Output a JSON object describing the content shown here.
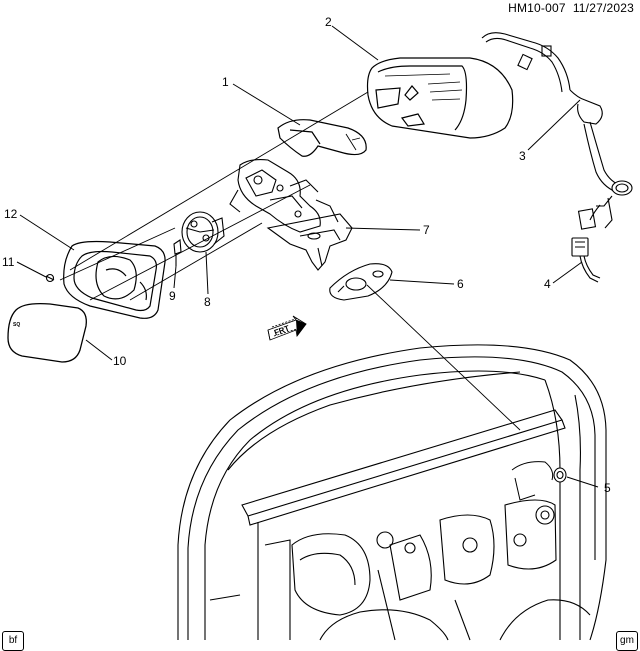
{
  "header": {
    "id": "HM10-007",
    "date": "11/27/2023"
  },
  "callouts": [
    "1",
    "2",
    "3",
    "4",
    "5",
    "6",
    "7",
    "8",
    "9",
    "10",
    "11",
    "12"
  ],
  "arrow_label": "FRT",
  "badges": {
    "left": "bf",
    "right": "gm"
  },
  "mirror_glass_mark": "SQ"
}
